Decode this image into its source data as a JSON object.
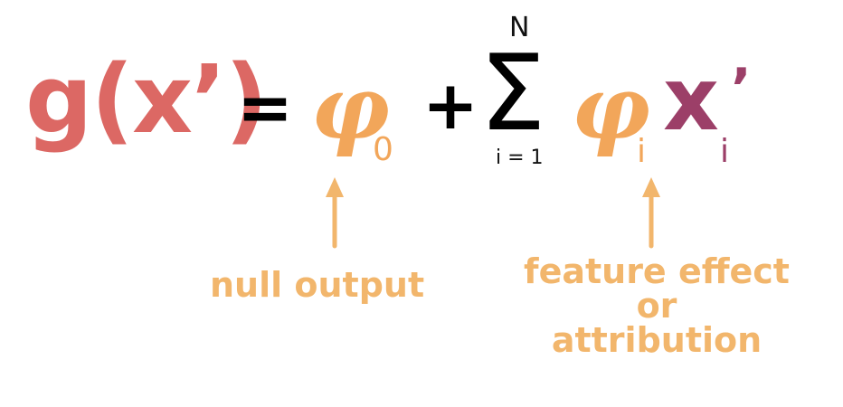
{
  "formula": {
    "lhs": "g(x’)",
    "equals": "=",
    "phi0_symbol": "φ",
    "phi0_subscript": "0",
    "plus": "+",
    "sum_symbol": "Σ",
    "sum_upper": "N",
    "sum_lower": "i = 1",
    "phii_symbol": "φ",
    "phii_subscript": "i",
    "x_symbol": "x",
    "x_subscript": "i",
    "x_prime": "’"
  },
  "annotations": {
    "null_output": "null output",
    "feature_effect_line1": "feature effect",
    "feature_effect_line2": "or",
    "feature_effect_line3": "attribution"
  },
  "colors": {
    "lhs": "#dc6864",
    "phi": "#f2a65a",
    "x": "#9c3f68",
    "label": "#f2b66c",
    "operators": "#000000"
  }
}
